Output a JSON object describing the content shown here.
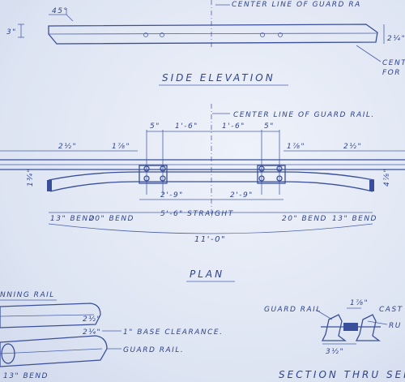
{
  "colors": {
    "ink": "#3a4f9c",
    "paper": "#e6ecf6"
  },
  "side_elevation": {
    "title": "SIDE ELEVATION",
    "angle_label": "45°",
    "height_label": "3\"",
    "right_dim_label": "2¼\"",
    "center_line_label": "CENTER LINE OF GUARD RA",
    "note_line1": "CENT",
    "note_line2": "FOR"
  },
  "plan": {
    "title": "PLAN",
    "center_line_label": "CENTER LINE OF GUARD RAIL.",
    "dims_top": {
      "left_5": "5\"",
      "left_1_6": "1'-6\"",
      "right_1_6": "1'-6\"",
      "right_5": "5\""
    },
    "dims_mid": {
      "left_2_half": "2½\"",
      "left_1_7_8": "1⅞\"",
      "right_1_7_8": "1⅞\"",
      "right_2_half": "2½\""
    },
    "side_left": "1¾\"",
    "side_right": "4⅞\"",
    "half_spans": {
      "left": "2'-9\"",
      "right": "2'-9\""
    },
    "bends": {
      "left_13": "13\" BEND",
      "left_20": "20\" BEND",
      "straight": "5'-6\"  STRAIGHT",
      "right_20": "20\" BEND",
      "right_13": "13\" BEND"
    },
    "overall": "11'-0\""
  },
  "detail": {
    "running_rail": "NNING RAIL",
    "dim_2_half": "2½\"",
    "dim_2_quarter": "2¼\"",
    "base_clearance": "1\" BASE CLEARANCE.",
    "guard_rail": "GUARD RAIL.",
    "bend_13": "13\" BEND"
  },
  "section": {
    "guard_rail": "GUARD RAIL",
    "dim_1_7_8": "1⅞\"",
    "dim_3_half": "3½\"",
    "cast": "CAST",
    "ru": "RU",
    "title": "SECTION THRU SEPAR"
  }
}
